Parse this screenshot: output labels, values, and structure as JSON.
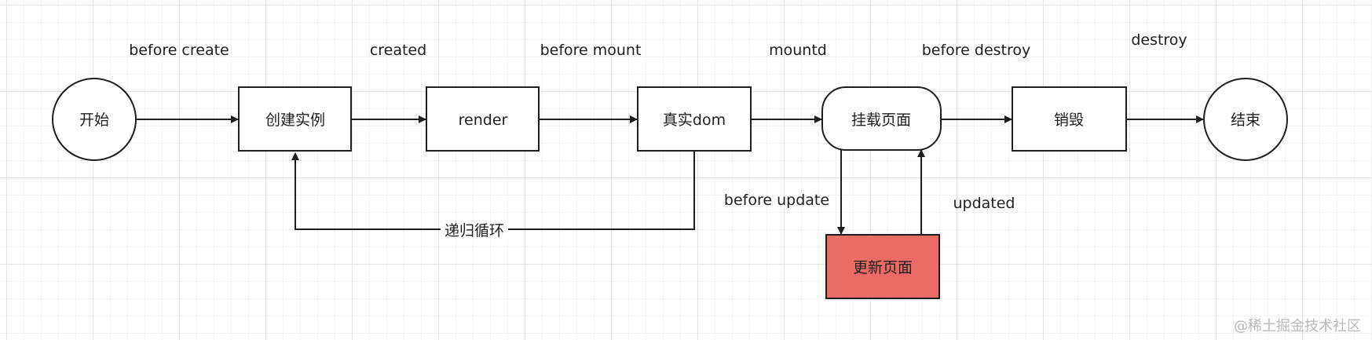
{
  "nodes": {
    "start": "开始",
    "create_instance": "创建实例",
    "render": "render",
    "real_dom": "真实dom",
    "mount_page": "挂载页面",
    "destroy": "销毁",
    "end": "结束",
    "update_page": "更新页面"
  },
  "hooks": {
    "before_create": "before create",
    "created": "created",
    "before_mount": "before mount",
    "mounted": "mountd",
    "before_destroy": "before destroy",
    "destroy": "destroy",
    "before_update": "before update",
    "updated": "updated"
  },
  "loop_label": "递归循环",
  "watermark": "@稀土掘金技术社区",
  "colors": {
    "stroke": "#1e1e1e",
    "update_fill": "#ea6b66",
    "node_fill": "#ffffff"
  }
}
